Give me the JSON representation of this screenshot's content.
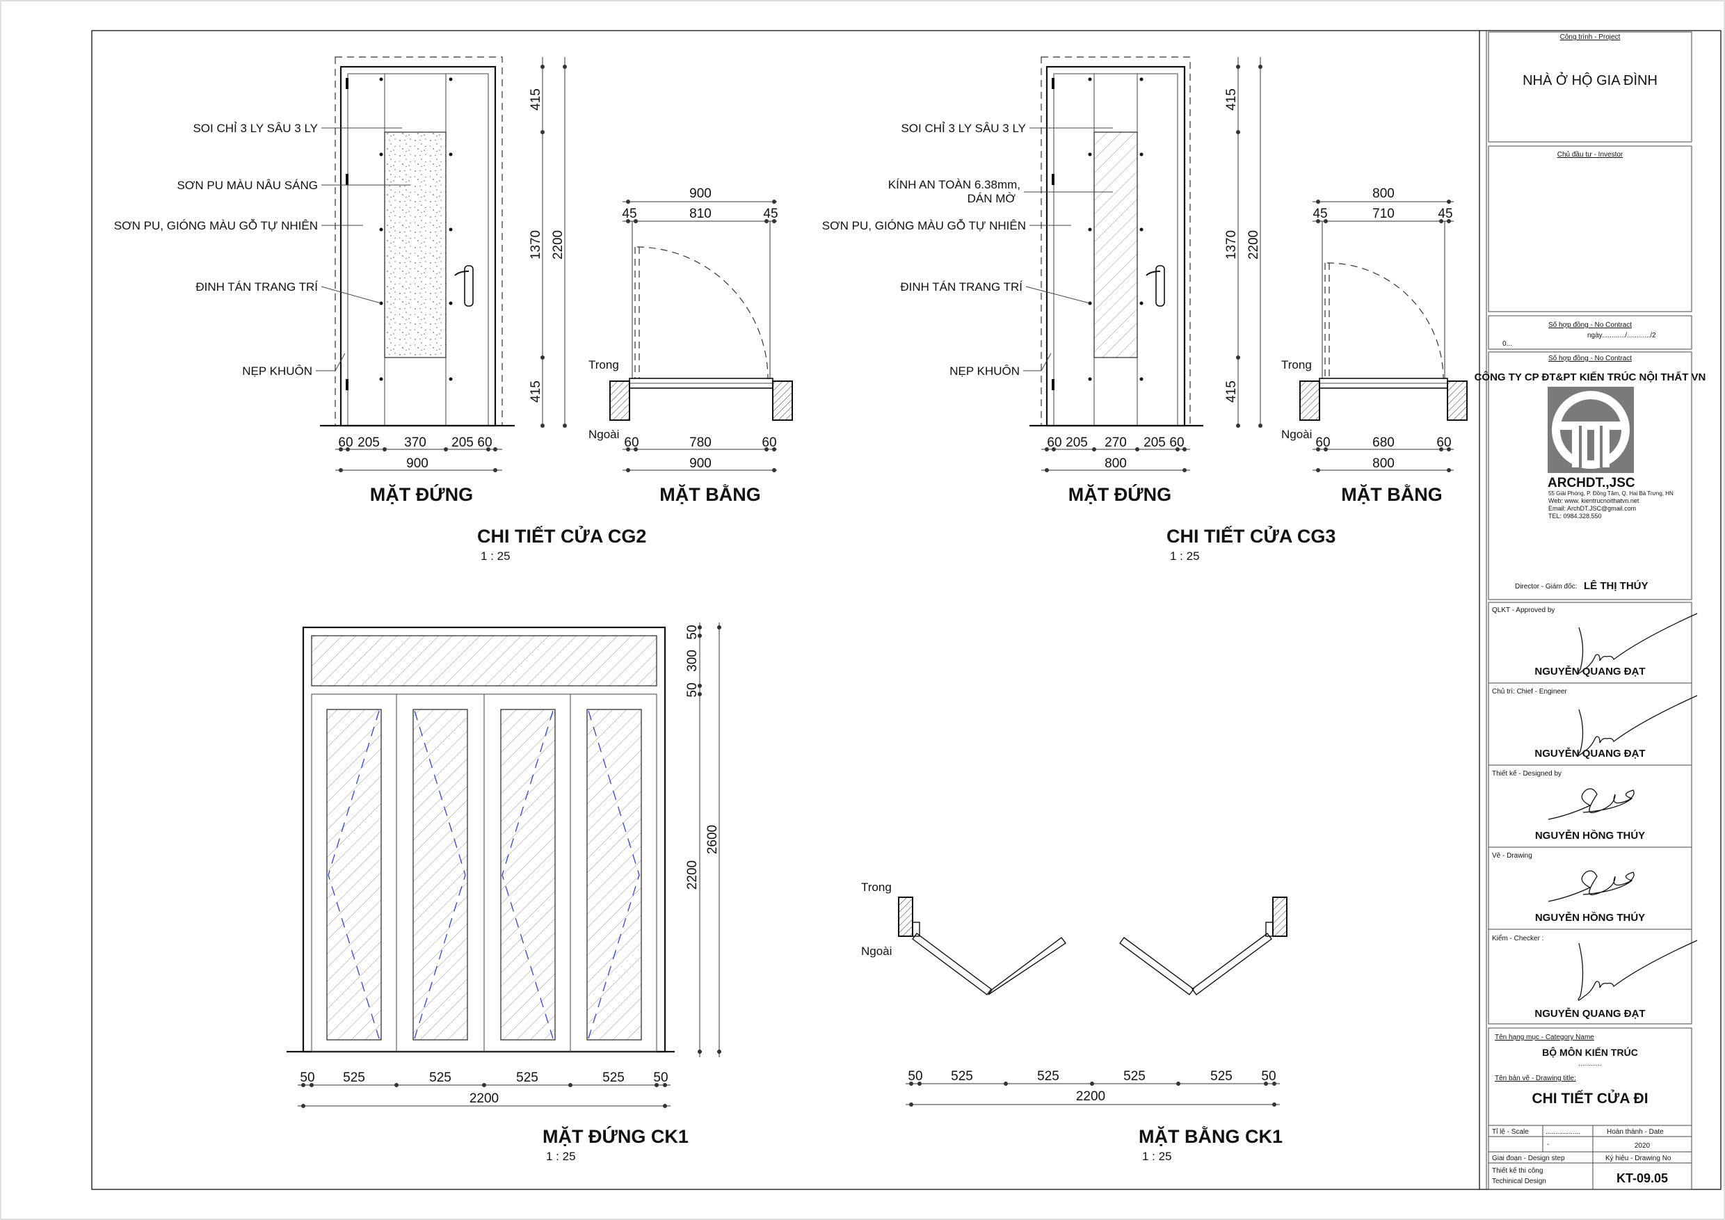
{
  "cg2": {
    "annotations": [
      "SOI CHỈ 3 LY SÂU 3 LY",
      "SƠN PU MÀU NÂU SÁNG",
      "SƠN PU, GIÓNG MÀU GỖ TỰ NHIÊN",
      "ĐINH TÁN TRANG TRÍ",
      "NẸP KHUÔN"
    ],
    "elev_dims_bottom": [
      "60",
      "205",
      "370",
      "205",
      "60"
    ],
    "elev_total": "900",
    "elev_dims_side": [
      "415",
      "1370",
      "415"
    ],
    "elev_height": "2200",
    "elev_label": "MẶT ĐỨNG",
    "plan_top_total": "900",
    "plan_top": [
      "45",
      "810",
      "45"
    ],
    "plan_bottom": [
      "60",
      "780",
      "60"
    ],
    "plan_bottom_total": "900",
    "plan_in": "Trong",
    "plan_out": "Ngoài",
    "plan_label": "MẶT BẰNG",
    "title": "CHI TIẾT CỬA CG2",
    "scale": "1 : 25"
  },
  "cg3": {
    "annotations": [
      "SOI CHỈ 3 LY SÂU 3 LY",
      "KÍNH AN TOÀN 6.38mm,",
      "DÁN MỜ",
      "SƠN PU, GIÓNG MÀU GỖ TỰ NHIÊN",
      "ĐINH TÁN TRANG TRÍ",
      "NẸP KHUÔN"
    ],
    "elev_dims_bottom": [
      "60",
      "205",
      "270",
      "205",
      "60"
    ],
    "elev_total": "800",
    "elev_dims_side": [
      "415",
      "1370",
      "415"
    ],
    "elev_height": "2200",
    "elev_label": "MẶT ĐỨNG",
    "plan_top_total": "800",
    "plan_top": [
      "45",
      "710",
      "45"
    ],
    "plan_bottom": [
      "60",
      "680",
      "60"
    ],
    "plan_bottom_total": "800",
    "plan_in": "Trong",
    "plan_out": "Ngoài",
    "plan_label": "MẶT BẰNG",
    "title": "CHI TIẾT CỬA CG3",
    "scale": "1 : 25"
  },
  "ck1_elev": {
    "dims_bottom": [
      "50",
      "525",
      "525",
      "525",
      "525",
      "50"
    ],
    "total": "2200",
    "dims_side": [
      "50",
      "300",
      "50"
    ],
    "side_2200": "2200",
    "side_2600": "2600",
    "title": "MẶT ĐỨNG CK1",
    "scale": "1 : 25"
  },
  "ck1_plan": {
    "in_label": "Trong",
    "out_label": "Ngoài",
    "dims_bottom": [
      "50",
      "525",
      "525",
      "525",
      "525",
      "50"
    ],
    "total": "2200",
    "title": "MẶT BẰNG CK1",
    "scale": "1 : 25"
  },
  "titleblock": {
    "project_label": "Công trình - Project",
    "project": "NHÀ Ở HỘ GIA ĐÌNH",
    "investor_label": "Chủ đầu tư - Investor",
    "contract_label": "Số hợp đồng - No Contract",
    "contract_line": "ngày............/............/2",
    "contract_zero": "0...",
    "contract_label2": "Số hợp đồng - No Contract",
    "company": "CÔNG TY CP ĐT&PT KIẾN TRÚC NỘI THẤT VN",
    "brand": "ARCHDT.,JSC",
    "addr": "55 Giải Phóng, P. Đồng Tâm, Q. Hai Bà Trưng, HN",
    "web": "Web: www. kientrucnoithatvn.net",
    "email": "Email: ArchDT.JSC@gmail.com",
    "tel": "TEL: 0984.328.550",
    "director_label": "Director - Giám đốc:",
    "director": "LÊ THỊ THÚY",
    "approved_label": "QLKT - Approved by",
    "approved": "NGUYỄN QUANG ĐẠT",
    "chief_label": "Chủ trì: Chief - Engineer",
    "chief": "NGUYỄN QUANG ĐẠT",
    "designed_label": "Thiết kế - Designed by",
    "designed": "NGUYỄN HỒNG THÚY",
    "drawing_label": "Vẽ - Drawing",
    "drawing": "NGUYỄN HỒNG THÚY",
    "checker_label": "Kiểm - Checker :",
    "checker": "NGUYỄN QUANG ĐẠT",
    "category_label": "Tên hạng mục - Category Name",
    "category": "BỘ MÔN KIẾN TRÚC",
    "category_dots": "............",
    "drawing_title_label": "Tên bản vẽ - Drawing title:",
    "drawing_title": "CHI TIẾT CỬA ĐI",
    "scale_label": "Tỉ lệ - Scale",
    "scale_dots": "..................",
    "scale_dash": "-",
    "date_label": "Hoàn thành - Date",
    "date": "2020",
    "step_label": "Giai đoạn - Design step",
    "drawing_no_label": "Ký hiệu - Drawing No",
    "step_value": "Thiết kế thi công",
    "step_value2": "Techinical Design",
    "drawing_no": "KT-09.05"
  }
}
